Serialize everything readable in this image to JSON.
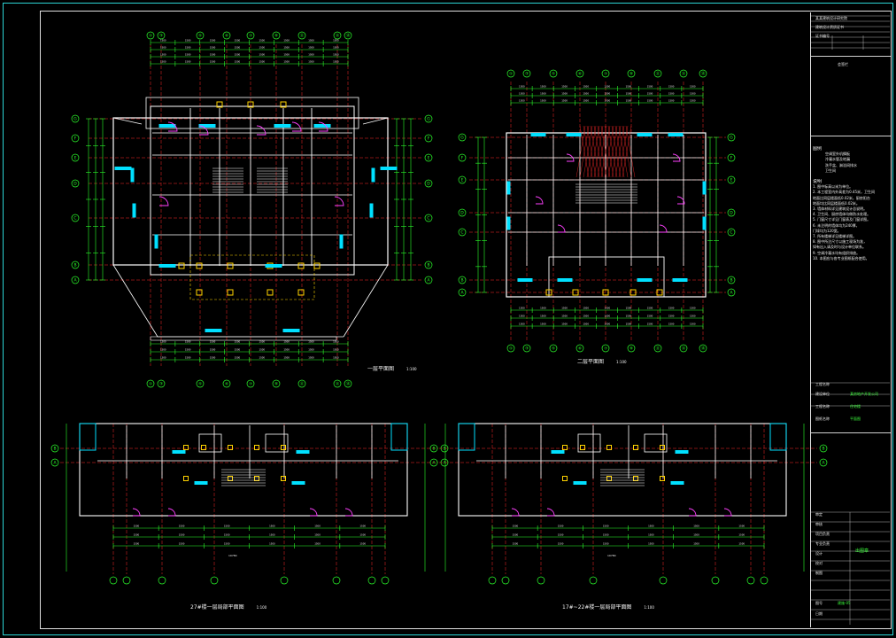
{
  "app": {
    "kind": "CAD drawing viewer",
    "background": "#000000"
  },
  "colors": {
    "axis": "#2bff2b",
    "wall": "#ffffff",
    "centerline": "#ff2a2a",
    "window": "#00e0ff",
    "door": "#ff40ff",
    "column": "#ffd400",
    "dimension": "#2bff2b",
    "frame": "#e0e0e0",
    "text": "#f0f0f0"
  },
  "plans": [
    {
      "id": "plan-1",
      "title": "一层平面图",
      "scale": "1:100"
    },
    {
      "id": "plan-2",
      "title": "二层平面图",
      "scale": "1:100"
    },
    {
      "id": "plan-3",
      "title": "27#楼一层局部平面图",
      "scale": "1:100"
    },
    {
      "id": "plan-4",
      "title": "17#~22#楼一层局部平面图",
      "scale": "1:100"
    }
  ],
  "plan_texts": {
    "plan1_axes_top": [
      "①",
      "③",
      "⑤",
      "⑥",
      "⑦",
      "⑨",
      "⑪",
      "⑬",
      "⑮"
    ],
    "plan1_axes_side": [
      "G",
      "F",
      "E",
      "D",
      "C",
      "B",
      "A"
    ],
    "plan2_axes_top": [
      "①",
      "③",
      "⑤",
      "⑥",
      "⑦",
      "⑨",
      "⑪",
      "⑬",
      "⑮"
    ],
    "plan2_axes_side": [
      "G",
      "F",
      "E",
      "D",
      "C",
      "B",
      "A"
    ],
    "partial_axes_side": [
      "B",
      "A"
    ],
    "total_dim": "19780"
  },
  "notes": {
    "heading": "说明",
    "legend_lines": [
      "图例",
      "空调室外机搁板",
      "冷凝水管及地漏",
      "洗手盆、淋浴间排水",
      "卫生间"
    ],
    "lines": [
      "1. 图中标高以米为单位。",
      "2. 本工程室内外高差为0.45米，卫生间",
      "地面比同层楼面低0.02米，厨房阳台",
      "地面均比同层楼面低0.02米。",
      "3. 墙体材料详见建筑设计总说明。",
      "4. 卫生间、厨房墙体均做防水处理。",
      "5. 门窗尺寸详见门窗表及门窗详图。",
      "6. 未注明的墙体均为240厚，",
      "门垛均为120宽。",
      "7. 所有楼梯详见楼梯详图。",
      "8. 图中所注尺寸以施工现场为准，",
      "如有出入请及时与设计单位联系。",
      "9. 空调冷凝水均有组织排放。",
      "10. 本图应与各专业图纸配合使用。"
    ]
  },
  "title_block": {
    "top_lines": [
      "某某建筑设计研究院",
      "建筑设计资质证书",
      "证书编号"
    ],
    "mid_label": "会签栏",
    "project_label": "工程名称",
    "rows": [
      {
        "label": "建设单位",
        "value": "某房地产开发公司"
      },
      {
        "label": "工程名称",
        "value": "住宅楼"
      },
      {
        "label": "图纸名称",
        "value": "平面图"
      }
    ],
    "sign_rows": [
      "审定",
      "审核",
      "项目负责",
      "专业负责",
      "设计",
      "校对",
      "制图"
    ],
    "drawing_no_label": "图号",
    "drawing_no": "建施-05",
    "date_label": "日期",
    "stamp": "出图章"
  }
}
